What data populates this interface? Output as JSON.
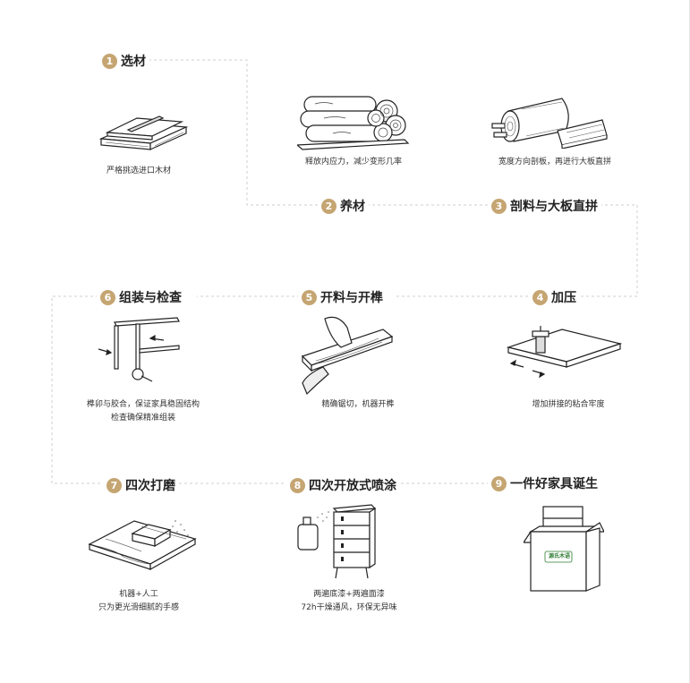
{
  "accent_color": "#c5a572",
  "steps": [
    {
      "num": "1",
      "title": "选材",
      "desc": [
        "严格挑选进口木材"
      ],
      "icon": "wood-board-stack-icon"
    },
    {
      "num": "2",
      "title": "养材",
      "desc": [
        "释放内应力，减少变形几率"
      ],
      "icon": "log-pile-icon"
    },
    {
      "num": "3",
      "title": "剖料与大板直拼",
      "desc": [
        "宽度方向剖板，再进行大板直拼"
      ],
      "icon": "sawn-log-icon"
    },
    {
      "num": "4",
      "title": "加压",
      "desc": [
        "增加拼接的粘合牢度"
      ],
      "icon": "press-clamp-icon"
    },
    {
      "num": "5",
      "title": "开料与开榫",
      "desc": [
        "精确锯切，机器开榫"
      ],
      "icon": "hand-saw-board-icon"
    },
    {
      "num": "6",
      "title": "组装与检查",
      "desc": [
        "榫卯与胶合，保证家具稳固结构",
        "检查确保精准组装"
      ],
      "icon": "assembly-frame-icon"
    },
    {
      "num": "7",
      "title": "四次打磨",
      "desc": [
        "机器+人工",
        "只为更光滑细腻的手感"
      ],
      "icon": "sanding-board-icon"
    },
    {
      "num": "8",
      "title": "四次开放式喷涂",
      "desc": [
        "两遍底漆+两遍面漆",
        "72h干燥通风，环保无异味"
      ],
      "icon": "spray-cabinet-icon"
    },
    {
      "num": "9",
      "title": "一件好家具诞生",
      "desc": [],
      "icon": "furniture-box-icon"
    }
  ],
  "box_logo": "源氏木语"
}
